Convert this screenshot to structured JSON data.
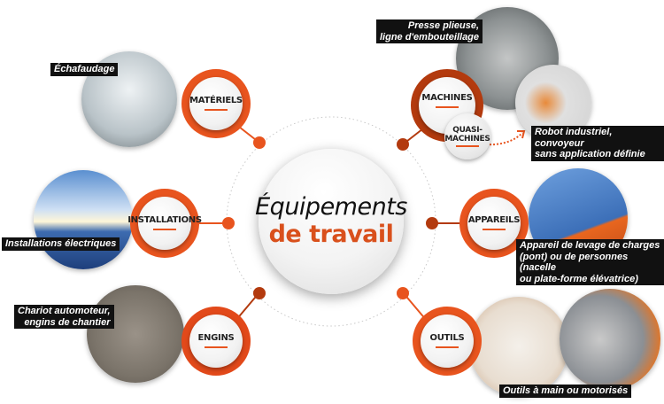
{
  "title": {
    "line1": "Équipements",
    "line2": "de travail"
  },
  "colors": {
    "orange": "#e8541e",
    "dark_orange": "#b33a0e",
    "caption_bg": "#111111"
  },
  "nodes": {
    "materiels": {
      "label": "MATÉRIELS",
      "caption": "Échafaudage"
    },
    "installations": {
      "label": "INSTALLATIONS",
      "caption": "Installations électriques"
    },
    "engins": {
      "label": "ENGINS",
      "caption_line1": "Chariot automoteur,",
      "caption_line2": "engins de chantier"
    },
    "machines": {
      "label": "MACHINES",
      "caption_line1": "Presse plieuse,",
      "caption_line2": "ligne d'embouteillage"
    },
    "quasi_machines": {
      "label_line1": "QUASI-",
      "label_line2": "MACHINES",
      "caption_line1": "Robot industriel, convoyeur",
      "caption_line2": "sans application définie"
    },
    "appareils": {
      "label": "APPAREILS",
      "caption_line1": "Appareil de levage de charges",
      "caption_line2": "(pont) ou de personnes (nacelle",
      "caption_line3": "ou plate-forme élévatrice)"
    },
    "outils": {
      "label": "OUTILS",
      "caption": "Outils à main ou motorisés"
    }
  }
}
